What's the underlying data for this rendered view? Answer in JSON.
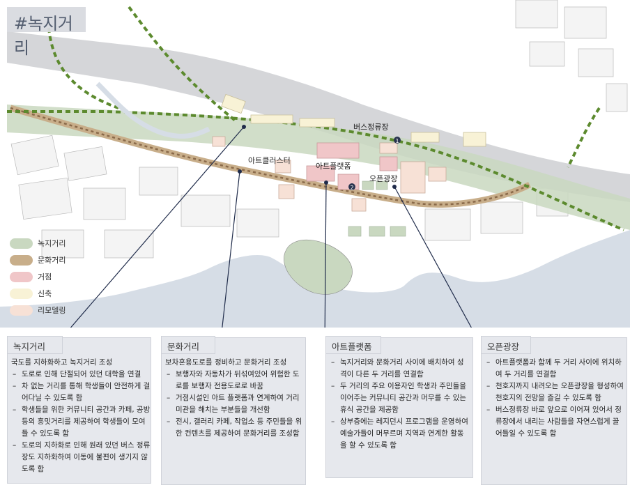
{
  "title": "#녹지거리",
  "map": {
    "labels": {
      "bus_stop": "버스정류장",
      "art_cluster": "아트클러스터",
      "art_platform": "아트플랫폼",
      "open_plaza": "오픈광장"
    },
    "markers": [
      "1",
      "2"
    ]
  },
  "legend": [
    {
      "label": "녹지거리",
      "color": "#c9d8c0"
    },
    {
      "label": "문화거리",
      "color": "#c8ae8a"
    },
    {
      "label": "거점",
      "color": "#f0c6c8"
    },
    {
      "label": "신축",
      "color": "#f8f2d6"
    },
    {
      "label": "리모델링",
      "color": "#f7e1d6"
    }
  ],
  "panels": [
    {
      "title": "녹지거리",
      "lines": [
        {
          "text": "국도를 지하화하고 녹지거리 조성",
          "bullet": false
        },
        {
          "text": "도로로 인해 단절되어 있던 대학을 연결",
          "bullet": true
        },
        {
          "text": "차 없는 거리를 통해 학생들이 안전하게 걸어다닐 수 있도록 함",
          "bullet": true
        },
        {
          "text": "학생들을 위한 커뮤니티 공간과 카페, 공방 등의 흥밋거리를 제공하여 학생들이 모여들 수 있도록 함",
          "bullet": true
        },
        {
          "text": "도로의 지하화로 인해 원래 있던 버스 정류장도 지하화하여 이동에 불편이 생기지 않도록 함",
          "bullet": true
        }
      ]
    },
    {
      "title": "문화거리",
      "lines": [
        {
          "text": "보차혼용도로를 정비하고 문화거리 조성",
          "bullet": false
        },
        {
          "text": "보행자와 자동차가 뒤섞여있어 위험한 도로를 보행자 전용도로로 바꿈",
          "bullet": true
        },
        {
          "text": "거점시설인 아트 플랫폼과 연계하여 거리미관을 해치는 부분들을 개선함",
          "bullet": true
        },
        {
          "text": "전시, 갤러리 카페, 작업소 등 주민들을 위한 컨텐츠를 제공하여 문화거리를 조성함",
          "bullet": true
        }
      ]
    },
    {
      "title": "아트플랫폼",
      "lines": [
        {
          "text": "녹지거리와 문화거리 사이에 배치하여 성격이 다른 두 거리를 연결함",
          "bullet": true
        },
        {
          "text": "두 거리의 주요 이용자인 학생과 주민들을 이어주는 커뮤니티 공간과 머무를 수 있는 휴식 공간을 제공함",
          "bullet": true
        },
        {
          "text": "상부층에는 레지던시 프로그램을 운영하여 예술가들이 머무르며 지역과 연계한 활동을 할 수 있도록 함",
          "bullet": true
        }
      ]
    },
    {
      "title": "오픈광장",
      "lines": [
        {
          "text": "아트플랫폼과 함께 두 거리 사이에 위치하여 두 거리를 연결함",
          "bullet": true
        },
        {
          "text": "천호지까지 내려오는 오픈광장을 형성하여 천호지의 전망을 즐길 수 있도록 함",
          "bullet": true
        },
        {
          "text": "버스정류장 바로 앞으로 이어져 있어서 정류장에서 내리는 사람들을 자연스럽게 끌어들일 수 있도록 함",
          "bullet": true
        }
      ]
    }
  ]
}
